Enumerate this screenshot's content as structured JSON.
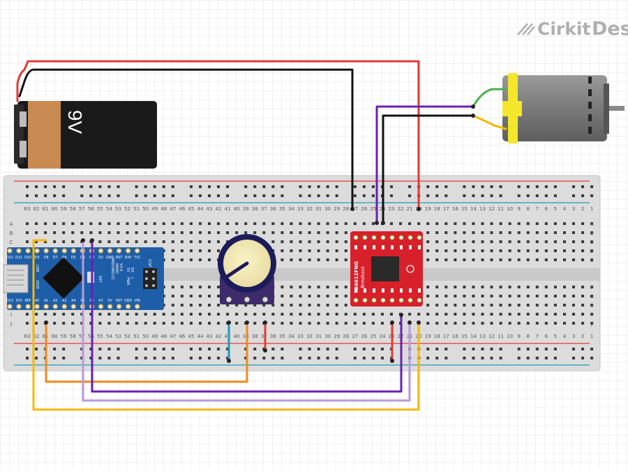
{
  "watermark": {
    "brand": "Cirkit",
    "suffix": "Des"
  },
  "battery": {
    "label": "9V"
  },
  "breadboard": {
    "columns_top": [
      "63",
      "62",
      "61",
      "60",
      "59",
      "58",
      "57",
      "56",
      "55",
      "54",
      "53",
      "52",
      "51",
      "50",
      "49",
      "48",
      "47",
      "46",
      "45",
      "44",
      "43",
      "42",
      "41",
      "40",
      "39",
      "38",
      "37",
      "36",
      "35",
      "34",
      "33",
      "32",
      "31",
      "30",
      "29",
      "28",
      "27",
      "26",
      "25",
      "24",
      "23",
      "22",
      "21",
      "20",
      "19",
      "18",
      "17",
      "16",
      "15",
      "14",
      "13",
      "12",
      "11",
      "10",
      "9",
      "8",
      "7",
      "6",
      "5",
      "4",
      "3",
      "2",
      "1"
    ],
    "rows_top": [
      "A",
      "B",
      "C",
      "D",
      "E"
    ],
    "rows_bottom": [
      "F",
      "G",
      "H",
      "I",
      "J"
    ]
  },
  "arduino": {
    "brand": "ARDUINO.CC",
    "model": "NANO",
    "version": "V3.0",
    "year": "2009",
    "usb": "USB",
    "top_pins": [
      "D12",
      "D11",
      "D10",
      "D9",
      "D8",
      "D7",
      "D6",
      "D5",
      "D4",
      "D3",
      "D2",
      "GND",
      "RST",
      "RX0",
      "TX1"
    ],
    "bottom_pins": [
      "D13",
      "3V3",
      "REF",
      "A0",
      "A1",
      "A2",
      "A3",
      "A4",
      "A5",
      "A6",
      "A7",
      "5V",
      "RST",
      "GND",
      "VIN"
    ],
    "icsp": "ICSP",
    "rst": "RST",
    "tx": "TX",
    "rx": "RX",
    "pwr": "PWR",
    "l": "L"
  },
  "driver": {
    "name": "TB6612FNG",
    "sub": "Breakout"
  },
  "colors": {
    "red": "#e53935",
    "black": "#111111",
    "purple": "#6a1fb5",
    "lavender": "#b79ae0",
    "orange": "#f08a1c",
    "yellow": "#f5b800",
    "teal": "#1f9ab4",
    "green": "#4caf50",
    "board_blue": "#1e5ea8",
    "driver_red": "#d8202a"
  }
}
